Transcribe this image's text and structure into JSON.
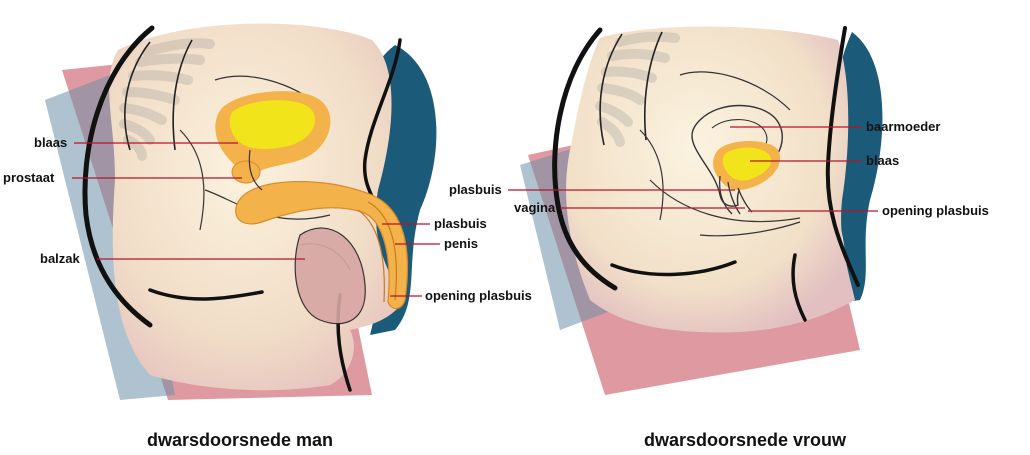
{
  "male": {
    "caption": "dwarsdoorsnede man",
    "labels": {
      "bladder": "blaas",
      "prostate": "prostaat",
      "scrotum": "balzak",
      "urethra": "plasbuis",
      "penis": "penis",
      "urethral_opening": "opening plasbuis"
    }
  },
  "female": {
    "caption": "dwarsdoorsnede vrouw",
    "labels": {
      "uterus": "baarmoeder",
      "bladder": "blaas",
      "urethra": "plasbuis",
      "vagina": "vagina",
      "urethral_opening": "opening plasbuis"
    }
  },
  "colors": {
    "leader_line": "#b4162d",
    "bladder_fill": "#f2e41a",
    "organ_outline": "#f4b24a",
    "back_panel": "#1b5a78",
    "pink_panel": "#d9878f"
  }
}
